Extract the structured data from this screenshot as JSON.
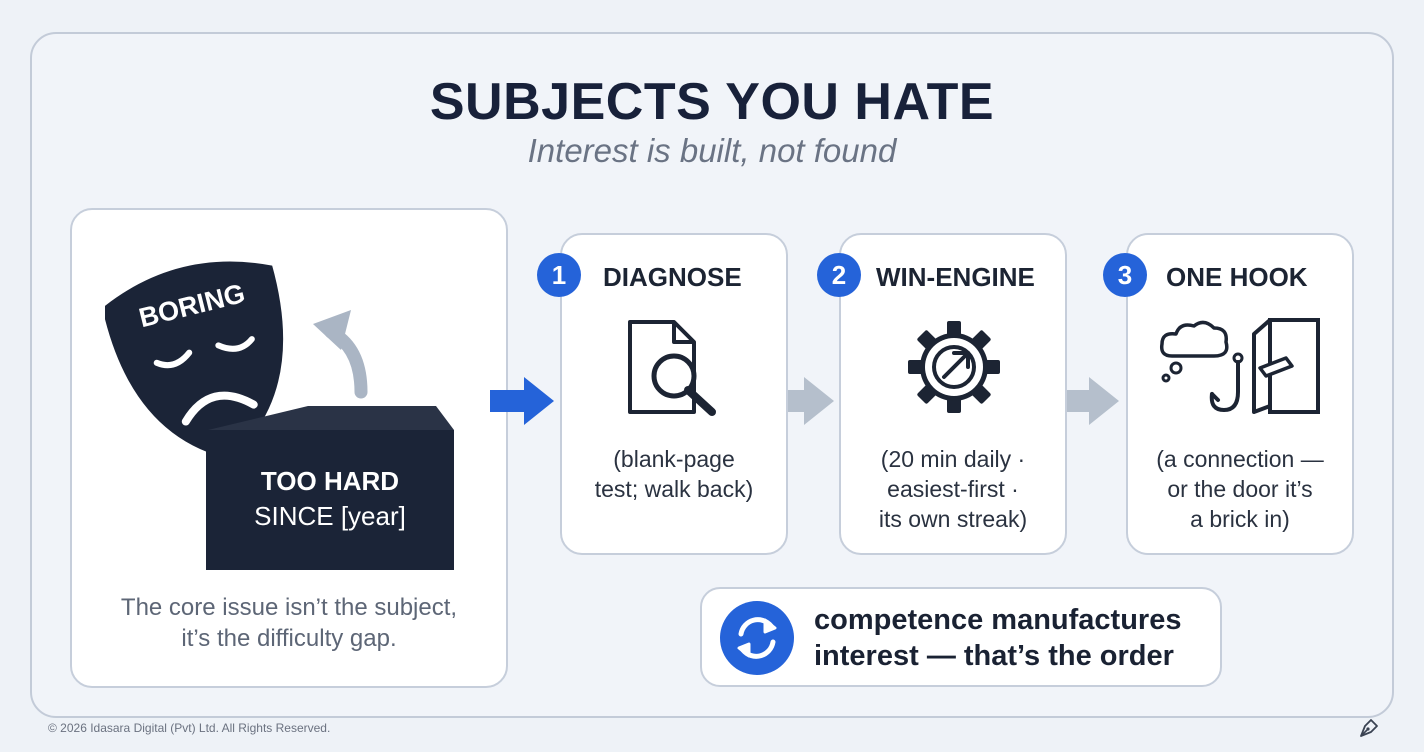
{
  "header": {
    "title": "SUBJECTS YOU HATE",
    "subtitle": "Interest is built, not found"
  },
  "problem": {
    "mask_label": "BORING",
    "box_line1": "TOO HARD",
    "box_line2": "SINCE [year]",
    "caption_line1": "The core issue isn’t the subject,",
    "caption_line2": "it’s the difficulty gap."
  },
  "steps": [
    {
      "number": "1",
      "title": "DIAGNOSE",
      "text_lines": [
        "(blank-page",
        "test; walk back)"
      ],
      "icon": "document-search-icon"
    },
    {
      "number": "2",
      "title": "WIN-ENGINE",
      "text_lines": [
        "(20 min daily ·",
        "easiest-first ·",
        "its own streak)"
      ],
      "icon": "gear-arrow-icon"
    },
    {
      "number": "3",
      "title": "ONE HOOK",
      "text_lines": [
        "(a connection —",
        "or the door it’s",
        "a brick in)"
      ],
      "icon": "hook-door-icon"
    }
  ],
  "summary": {
    "line1": "competence manufactures",
    "line2": "interest — that’s the order",
    "icon": "refresh-cycle-icon"
  },
  "footer": {
    "copyright": "© 2026 Idasara Digital (Pvt) Ltd. All Rights Reserved."
  },
  "colors": {
    "accent": "#2563d9",
    "dark": "#1b2437",
    "muted_arrow": "#b5bfcc",
    "background": "#eef2f7"
  }
}
